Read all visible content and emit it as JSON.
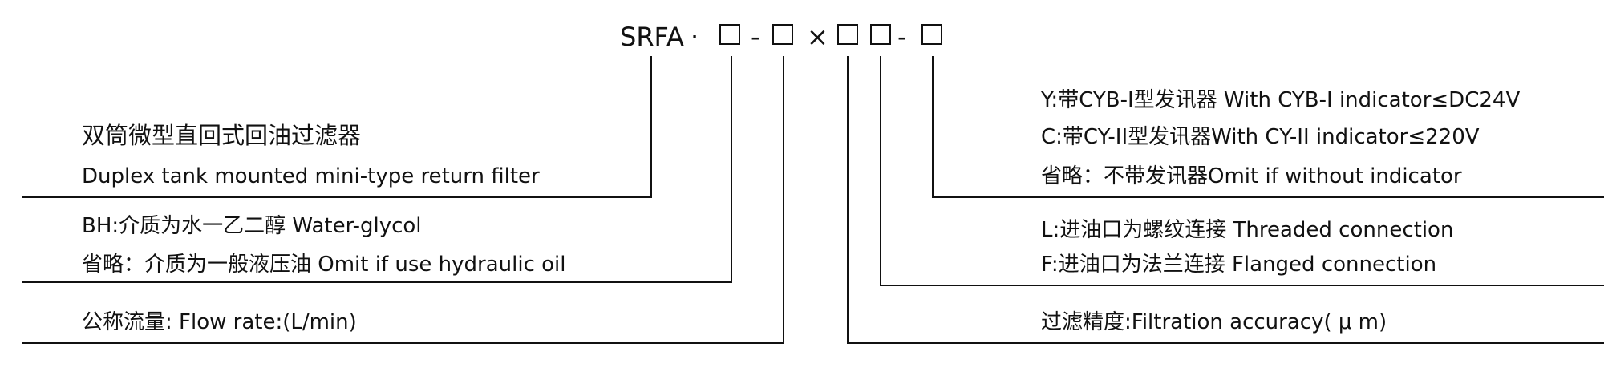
{
  "model_code": {
    "prefix": "SRFA",
    "dot": "·",
    "dash": "-",
    "times": "×"
  },
  "fields": {
    "name": {
      "zh": "双筒微型直回式回油过滤器",
      "en": "Duplex tank mounted mini-type return filter"
    },
    "medium": {
      "bh": "BH:介质为水一乙二醇   Water-glycol",
      "omit": "省略：介质为一般液压油   Omit  if use hydraulic oil"
    },
    "flow_rate": {
      "text": "公称流量: Flow rate:(L/min)"
    },
    "accuracy": {
      "text": "过滤精度:Filtration accuracy( μ m)"
    },
    "connection": {
      "l": "L:进油口为螺纹连接  Threaded connection",
      "f": "F:进油口为法兰连接  Flanged  connection"
    },
    "indicator": {
      "y": "Y:带CYB-I型发讯器 With CYB-I indicator≤DC24V",
      "c": "C:带CY-II型发讯器With CY-II indicator≤220V",
      "omit": "省略：不带发讯器Omit if without indicator"
    }
  }
}
